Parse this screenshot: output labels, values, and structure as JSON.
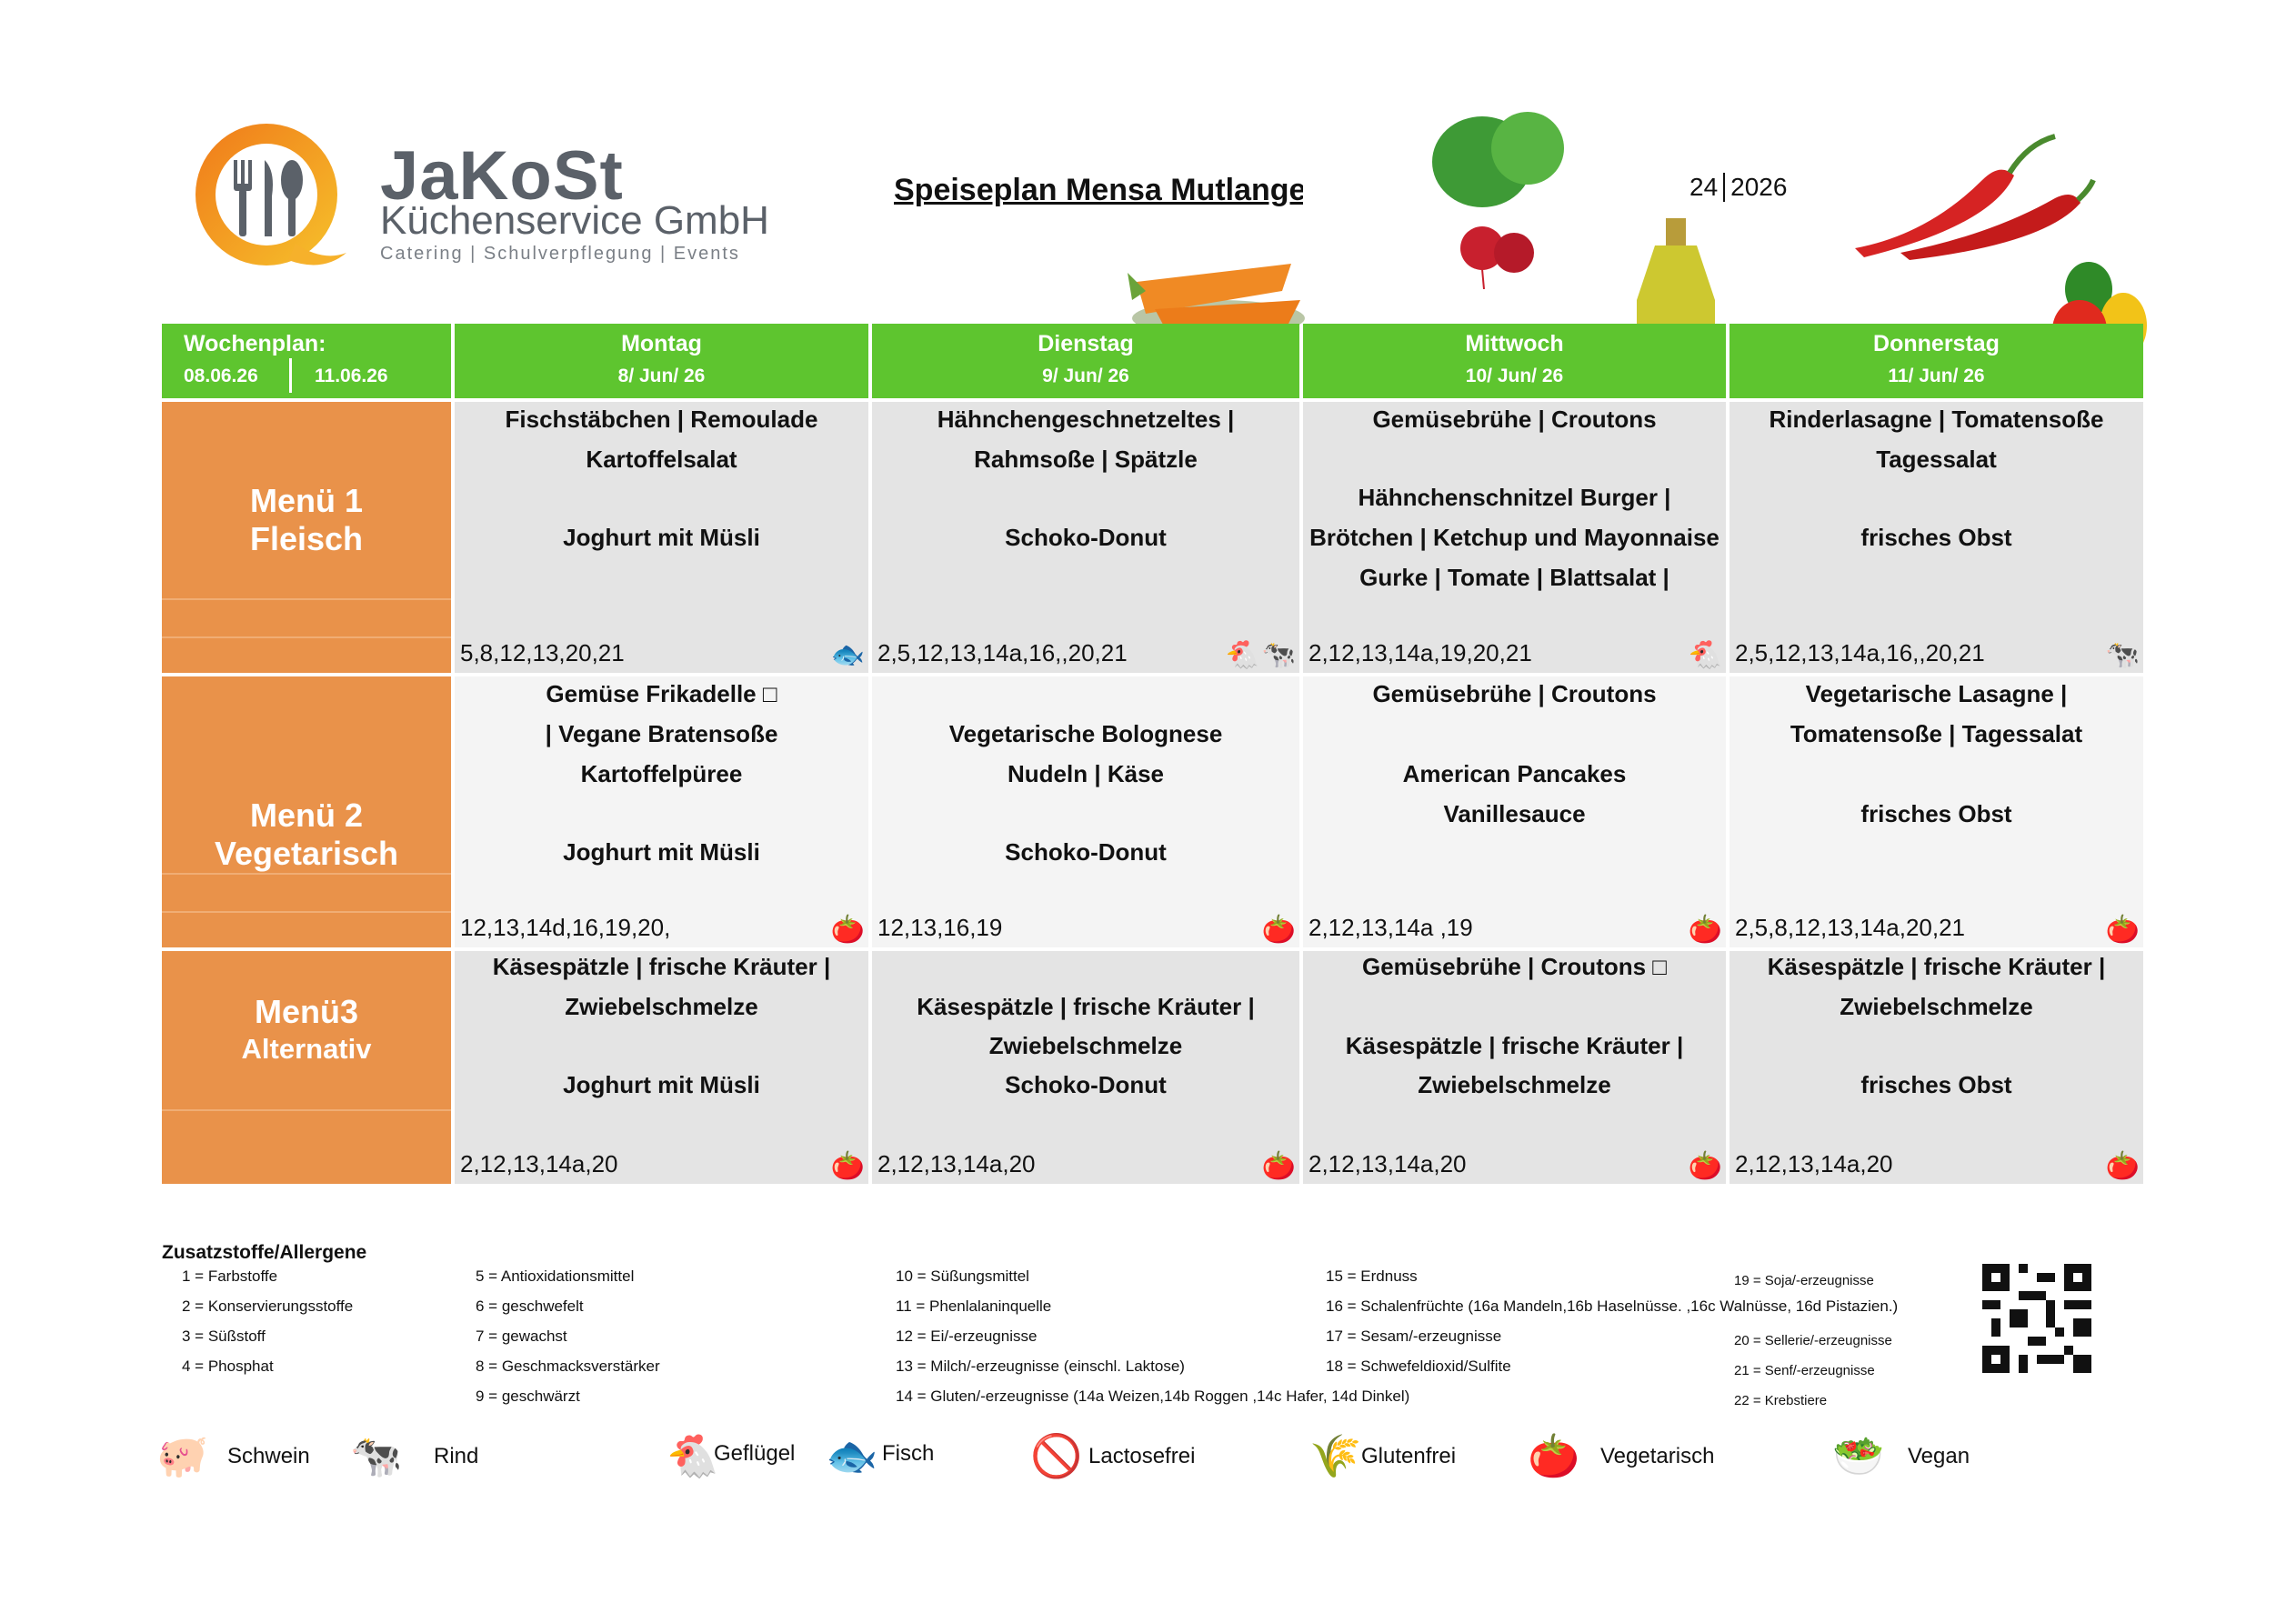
{
  "header": {
    "brand_name": "JaKoSt",
    "brand_sub": "Küchenservice GmbH",
    "brand_tag": "Catering | Schulverpflegung | Events",
    "plan_title": "Speiseplan Mensa Mutlange",
    "week": "24",
    "year": "2026"
  },
  "week_label": {
    "title": "Wochenplan:",
    "start": "08.06.26",
    "end": "11.06.26"
  },
  "days": [
    {
      "day": "Montag",
      "date": "8/ Jun/ 26"
    },
    {
      "day": "Dienstag",
      "date": "9/ Jun/ 26"
    },
    {
      "day": "Mittwoch",
      "date": "10/ Jun/ 26"
    },
    {
      "day": "Donnerstag",
      "date": "11/ Jun/ 26"
    }
  ],
  "rows": [
    {
      "line1": "Menü 1",
      "line2": "Fleisch"
    },
    {
      "line1": "Menü 2",
      "line2": "Vegetarisch"
    },
    {
      "line1": "Menü3",
      "line2": "Alternativ"
    }
  ],
  "menu": {
    "r0": {
      "mon": {
        "l1": "Fischstäbchen |  Remoulade",
        "l2": "Kartoffelsalat",
        "l4": "Joghurt mit Müsli",
        "codes": "5,8,12,13,20,21",
        "icon": "fish-icon"
      },
      "tue": {
        "l1": "Hähnchengeschnetzeltes |",
        "l2": "Rahmsoße | Spätzle",
        "l4": "Schoko-Donut",
        "codes": "2,5,12,13,14a,16,,20,21",
        "icon": "chicken-icon",
        "icon2": "cow-icon"
      },
      "wed": {
        "l1": "Gemüsebrühe | Croutons",
        "l3": "Hähnchenschnitzel Burger |",
        "l4": "Brötchen | Ketchup und Mayonnaise",
        "l5": "Gurke | Tomate | Blattsalat |",
        "codes": "2,12,13,14a,19,20,21",
        "icon": "chicken-icon"
      },
      "thu": {
        "l1": "Rinderlasagne | Tomatensoße",
        "l2": "Tagessalat",
        "l4": "frisches Obst",
        "codes": "2,5,12,13,14a,16,,20,21",
        "icon": "cow-icon"
      }
    },
    "r1": {
      "mon": {
        "l1": "Gemüse Frikadelle □",
        "l2": "| Vegane Bratensoße",
        "l3": "Kartoffelpüree",
        "l5": "Joghurt mit Müsli",
        "codes": "12,13,14d,16,19,20,",
        "icon": "vegetarian-icon"
      },
      "tue": {
        "l2": "Vegetarische Bolognese",
        "l3": "Nudeln | Käse",
        "l5": "Schoko-Donut",
        "codes": "12,13,16,19",
        "icon": "vegetarian-icon"
      },
      "wed": {
        "l1": "Gemüsebrühe | Croutons",
        "l3": "American Pancakes",
        "l4": "Vanillesauce",
        "codes": "2,12,13,14a ,19",
        "icon": "vegetarian-icon"
      },
      "thu": {
        "l1": "Vegetarische Lasagne |",
        "l2": "Tomatensoße | Tagessalat",
        "l4": "frisches Obst",
        "codes": "2,5,8,12,13,14a,20,21",
        "icon": "vegetarian-icon"
      }
    },
    "r2": {
      "mon": {
        "l1": "Käsespätzle | frische Kräuter |",
        "l2": "Zwiebelschmelze",
        "l4": "Joghurt mit Müsli",
        "codes": "2,12,13,14a,20",
        "icon": "vegetarian-icon"
      },
      "tue": {
        "l2": "Käsespätzle | frische Kräuter |",
        "l3": "Zwiebelschmelze",
        "l4": "Schoko-Donut",
        "codes": "2,12,13,14a,20",
        "icon": "vegetarian-icon"
      },
      "wed": {
        "l1": "Gemüsebrühe | Croutons □",
        "l3": "Käsespätzle | frische Kräuter |",
        "l4": "Zwiebelschmelze",
        "codes": "2,12,13,14a,20",
        "icon": "vegetarian-icon"
      },
      "thu": {
        "l1": "Käsespätzle | frische Kräuter |",
        "l2": "Zwiebelschmelze",
        "l4": "frisches Obst",
        "codes": "2,12,13,14a,20",
        "icon": "vegetarian-icon"
      }
    }
  },
  "legend": {
    "title": "Zusatzstoffe/Allergene",
    "col1": [
      "1 = Farbstoffe",
      "2 = Konservierungsstoffe",
      "3 = Süßstoff",
      "4 = Phosphat"
    ],
    "col2": [
      "5 = Antioxidationsmittel",
      "6 = geschwefelt",
      "7 = gewachst",
      "8 = Geschmacksverstärker",
      "9 = geschwärzt"
    ],
    "col3": [
      "10 = Süßungsmittel",
      "11 = Phenlalaninquelle",
      "12 = Ei/-erzeugnisse",
      "13 = Milch/-erzeugnisse (einschl. Laktose)",
      "14 = Gluten/-erzeugnisse (14a Weizen,14b Roggen ,14c Hafer, 14d Dinkel)"
    ],
    "col4": [
      "15 = Erdnuss",
      "16 = Schalenfrüchte (16a Mandeln,16b Haselnüsse. ,16c Walnüsse, 16d Pistazien.)",
      "17 = Sesam/-erzeugnisse",
      "18 = Schwefeldioxid/Sulfite"
    ],
    "col5": [
      "19 = Soja/-erzeugnisse",
      "20 = Sellerie/-erzeugnisse",
      "21 = Senf/-erzeugnisse",
      "22 = Krebstiere"
    ]
  },
  "symbols": [
    {
      "label": "Schwein",
      "icon": "pig-icon"
    },
    {
      "label": "Rind",
      "icon": "cow-icon"
    },
    {
      "label": "Geflügel",
      "icon": "chicken-icon"
    },
    {
      "label": "Fisch",
      "icon": "fish-icon"
    },
    {
      "label": "Lactosefrei",
      "icon": "lactose-free-icon"
    },
    {
      "label": "Glutenfrei",
      "icon": "gluten-free-icon"
    },
    {
      "label": "Vegetarisch",
      "icon": "vegetarian-icon"
    },
    {
      "label": "Vegan",
      "icon": "vegan-icon"
    }
  ],
  "colors": {
    "header_green": "#5ec52f",
    "row_orange": "#e9924a",
    "cell_gray": "#e4e4e4",
    "cell_light": "#f4f4f4"
  }
}
